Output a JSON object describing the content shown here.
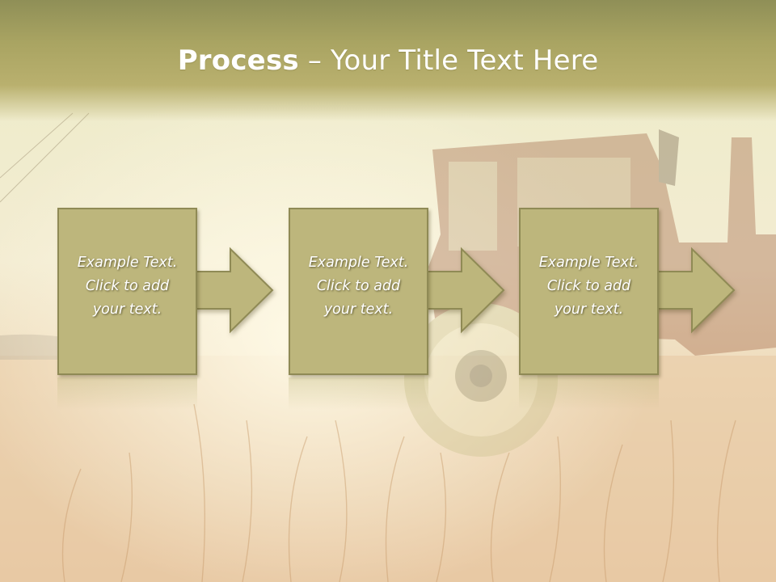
{
  "slide": {
    "title_bold": "Process",
    "title_rest": " – Your Title Text Here"
  },
  "steps": [
    {
      "line1": "Example Text.",
      "line2": "Click  to add",
      "line3": "your text."
    },
    {
      "line1": "Example Text.",
      "line2": "Click  to add",
      "line3": "your text."
    },
    {
      "line1": "Example Text.",
      "line2": "Click  to add",
      "line3": "your text."
    }
  ],
  "colors": {
    "title_band": "#a9a462",
    "box_fill": "#bdb67c",
    "box_border": "#8f8a55",
    "text": "#ffffff"
  },
  "background_icon": "tractor-in-wheat-field"
}
